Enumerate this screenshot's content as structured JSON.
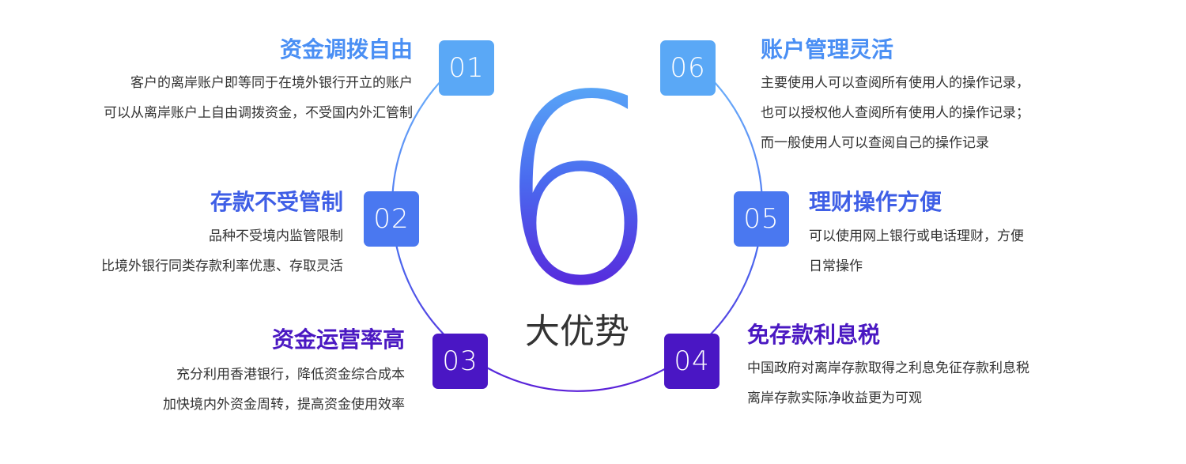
{
  "center": {
    "number": "6",
    "label": "大优势"
  },
  "colors": {
    "ring_top": "#6aaefa",
    "ring_bottom": "#5a20d8",
    "badge_01": "#5aa8f6",
    "badge_06": "#5aa8f6",
    "badge_02": "#4a78f0",
    "badge_05": "#4a78f0",
    "badge_03": "#4a16c4",
    "badge_04": "#4a16c4",
    "title_01": "#4a8ff4",
    "title_06": "#4a8ff4",
    "title_02": "#3f5fe6",
    "title_05": "#3f5fe6",
    "title_03": "#4a18c2",
    "title_04": "#4a18c2",
    "text": "#333333"
  },
  "advantages": {
    "a01": {
      "number": "01",
      "title": "资金调拨自由",
      "lines": [
        "客户的离岸账户即等同于在境外银行开立的账户",
        "可以从离岸账户上自由调拨资金，不受国内外汇管制"
      ]
    },
    "a02": {
      "number": "02",
      "title": "存款不受管制",
      "lines": [
        "品种不受境内监管限制",
        "比境外银行同类存款利率优惠、存取灵活"
      ]
    },
    "a03": {
      "number": "03",
      "title": "资金运营率高",
      "lines": [
        "充分利用香港银行，降低资金综合成本",
        "加快境内外资金周转，提高资金使用效率"
      ]
    },
    "a04": {
      "number": "04",
      "title": "免存款利息税",
      "lines": [
        "中国政府对离岸存款取得之利息免征存款利息税",
        "离岸存款实际净收益更为可观"
      ]
    },
    "a05": {
      "number": "05",
      "title": "理财操作方便",
      "lines": [
        "可以使用网上银行或电话理财，方便",
        "日常操作"
      ]
    },
    "a06": {
      "number": "06",
      "title": "账户管理灵活",
      "lines": [
        "主要使用人可以查阅所有使用人的操作记录，",
        "也可以授权他人查阅所有使用人的操作记录；",
        "而一般使用人可以查阅自己的操作记录"
      ]
    }
  }
}
